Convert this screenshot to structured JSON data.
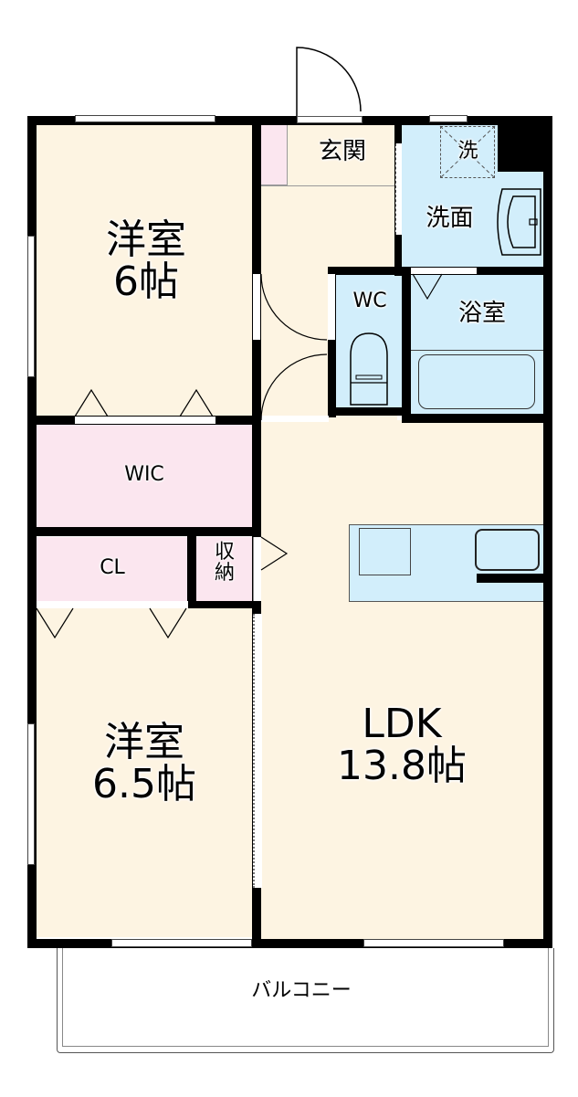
{
  "floorplan": {
    "rooms": {
      "western_room_1": {
        "name": "洋室",
        "size": "6帖",
        "label": "洋室\n6帖"
      },
      "western_room_2": {
        "name": "洋室",
        "size": "6.5帖",
        "label": "洋室\n6.5帖"
      },
      "ldk": {
        "name": "LDK",
        "size": "13.8帖",
        "label": "LDK\n13.8帖"
      },
      "entrance": {
        "label": "玄関"
      },
      "washer": {
        "label": "洗"
      },
      "washroom": {
        "label": "洗面"
      },
      "wc": {
        "label": "WC"
      },
      "bathroom": {
        "label": "浴室"
      },
      "wic": {
        "label": "WIC"
      },
      "closet": {
        "label": "CL"
      },
      "storage": {
        "label": "収\n納"
      },
      "balcony": {
        "label": "バルコニー"
      }
    },
    "colors": {
      "living_floor": "#fdf4e2",
      "storage_floor": "#fbe6ef",
      "wet_area_floor": "#d2eefb",
      "wall": "#000000"
    }
  }
}
